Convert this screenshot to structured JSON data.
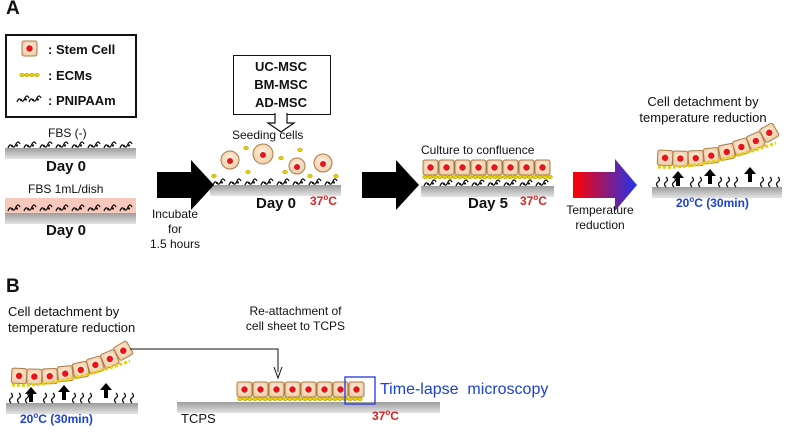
{
  "panels": {
    "a": {
      "letter": "A"
    },
    "b": {
      "letter": "B"
    }
  },
  "legend": {
    "stem_cell": ": Stem Cell",
    "ecms": ": ECMs",
    "pnipaam": ": PNIPAAm"
  },
  "cell_types": [
    "UC-MSC",
    "BM-MSC",
    "AD-MSC"
  ],
  "conditions": {
    "fbs_none": "FBS (-)",
    "fbs_1ml": "FBS 1mL/dish",
    "day0": "Day 0"
  },
  "incubate": [
    "Incubate",
    "for",
    "1.5 hours"
  ],
  "seeding": {
    "label": "Seeding  cells",
    "day": "Day 0",
    "temp_main": "37",
    "temp_sup": "o",
    "temp_unit": "C"
  },
  "confluence": {
    "label": "Culture to confluence",
    "day": "Day 5",
    "temp_main": "37",
    "temp_sup": "o",
    "temp_unit": "C"
  },
  "temperature_reduction": [
    "Temperature",
    "reduction"
  ],
  "detachment": {
    "title_line1": "Cell detachment by",
    "title_line2": "temperature reduction",
    "temp_main": "20",
    "temp_sup": "o",
    "temp_unit": "C (30min)"
  },
  "panel_b": {
    "detach_line1": "Cell detachment by",
    "detach_line2": "temperature reduction",
    "temp_main": "20",
    "temp_sup": "o",
    "temp_unit": "C (30min)",
    "reattach_line1": "Re-attachment of",
    "reattach_line2": "cell sheet to TCPS",
    "tcps": "TCPS",
    "temp2_main": "37",
    "temp2_sup": "o",
    "temp2_unit": "C",
    "microscopy": "Time-lapse  microscopy"
  },
  "colors": {
    "cell_fill": "#f6d9b6",
    "nucleus": "#e8141c",
    "ecm": "#e6d000",
    "pink_layer": "#f7c9bd",
    "arrow": "#000000",
    "gradient_start": "#ff0000",
    "gradient_end": "#2233ee",
    "accent_blue": "#1a3fd6",
    "accent_red": "#e02020"
  }
}
